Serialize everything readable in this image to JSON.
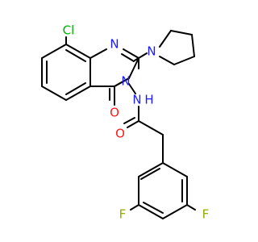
{
  "molecule": {
    "atoms": {
      "cl": {
        "symbol": "Cl",
        "color": "#00b300"
      },
      "n1": {
        "symbol": "N",
        "color": "#1a1aff"
      },
      "n_pyrrolidine": {
        "symbol": "N",
        "color": "#1a1aff"
      },
      "n3": {
        "symbol": "N",
        "color": "#1a1aff"
      },
      "nh": {
        "symbol": "N",
        "color": "#1a1aff"
      },
      "h_amide": {
        "symbol": "H",
        "color": "#1a1aff"
      },
      "o_ring": {
        "symbol": "O",
        "color": "#ff1a1a"
      },
      "o_amide": {
        "symbol": "O",
        "color": "#ff1a1a"
      },
      "f_left": {
        "symbol": "F",
        "color": "#8db000"
      },
      "f_right": {
        "symbol": "F",
        "color": "#8db000"
      }
    }
  }
}
